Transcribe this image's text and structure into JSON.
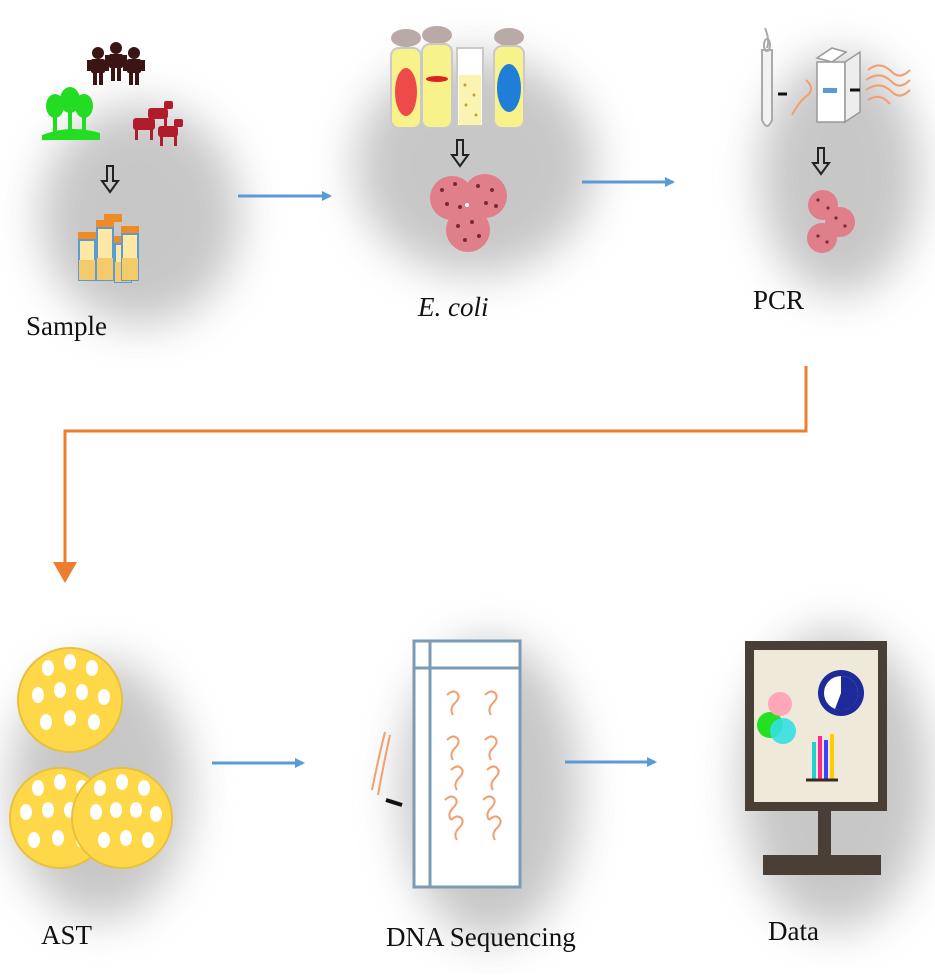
{
  "steps": {
    "sample": "Sample",
    "ecoli": "E. coli",
    "pcr": "PCR",
    "ast": "AST",
    "dna": "DNA Sequencing",
    "data": "Data"
  },
  "colors": {
    "flow_arrow": "#5b9bd5",
    "connector": "#ed7d31",
    "human": "#3b1414",
    "plant": "#22dd22",
    "animal": "#b01c2c",
    "bacteria": "#e07f8a",
    "ast_plate": "#ffd84a",
    "dna_strand": "#f0a070",
    "monitor_frame": "#4a3f37"
  },
  "icons": [
    "human-icon",
    "plant-icon",
    "animal-icon",
    "sample-vials-icon",
    "culture-tubes-icon",
    "bacteria-cluster-icon",
    "pcr-machine-icon",
    "agar-plate-icon",
    "sequencing-gel-icon",
    "monitor-icon",
    "pie-chart-icon",
    "venn-diagram-icon",
    "bar-chart-icon"
  ]
}
